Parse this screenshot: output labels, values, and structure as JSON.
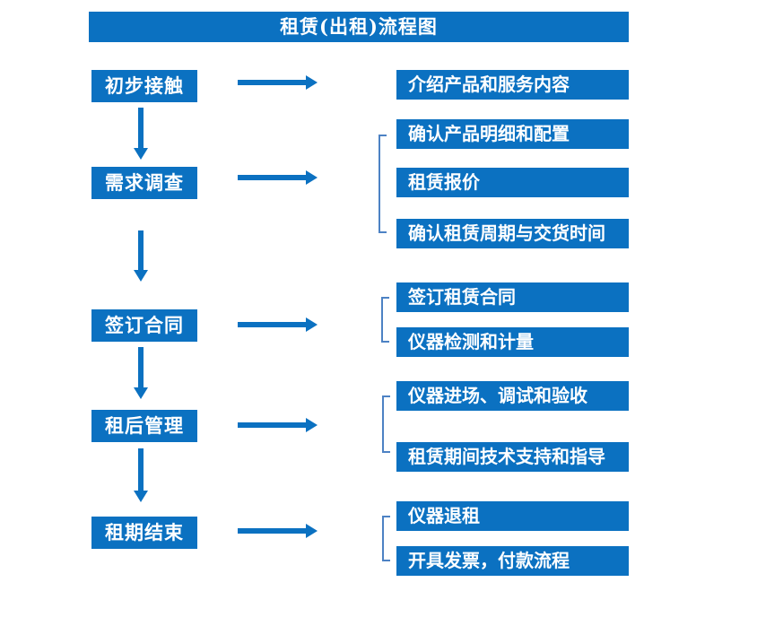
{
  "title": "租赁(出租)流程图",
  "colors": {
    "primary": "#0b71c1",
    "bracket": "#4d82c4",
    "text": "#ffffff",
    "background": "#ffffff"
  },
  "rows": [
    {
      "stage": "初步接触",
      "details": [
        "介绍产品和服务内容"
      ]
    },
    {
      "stage": "需求调查",
      "details": [
        "确认产品明细和配置",
        "租赁报价",
        "确认租赁周期与交货时间"
      ]
    },
    {
      "stage": "签订合同",
      "details": [
        "签订租赁合同",
        "仪器检测和计量"
      ]
    },
    {
      "stage": "租后管理",
      "details": [
        "仪器进场、调试和验收",
        "租赁期间技术支持和指导"
      ]
    },
    {
      "stage": "租期结束",
      "details": [
        "仪器退租",
        "开具发票，付款流程"
      ]
    }
  ]
}
